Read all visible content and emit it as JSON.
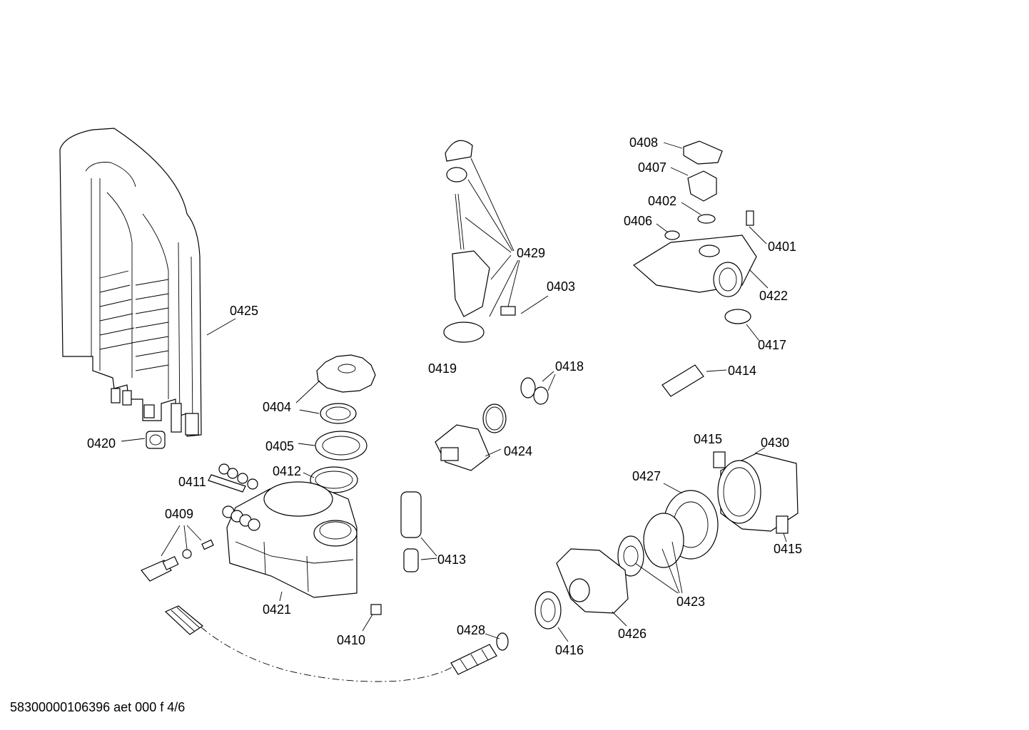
{
  "labels": {
    "p0425": "0425",
    "p0420": "0420",
    "p0404": "0404",
    "p0405": "0405",
    "p0411": "0411",
    "p0412": "0412",
    "p0409": "0409",
    "p0421": "0421",
    "p0410": "0410",
    "p0429": "0429",
    "p0403": "0403",
    "p0419": "0419",
    "p0418": "0418",
    "p0424": "0424",
    "p0413": "0413",
    "p0428": "0428",
    "p0408": "0408",
    "p0407": "0407",
    "p0402": "0402",
    "p0406": "0406",
    "p0401": "0401",
    "p0422": "0422",
    "p0417": "0417",
    "p0414": "0414",
    "p0415a": "0415",
    "p0430": "0430",
    "p0427": "0427",
    "p0415b": "0415",
    "p0423": "0423",
    "p0426": "0426",
    "p0416": "0416"
  },
  "footer": "58300000106396 aet 000 f 4/6"
}
